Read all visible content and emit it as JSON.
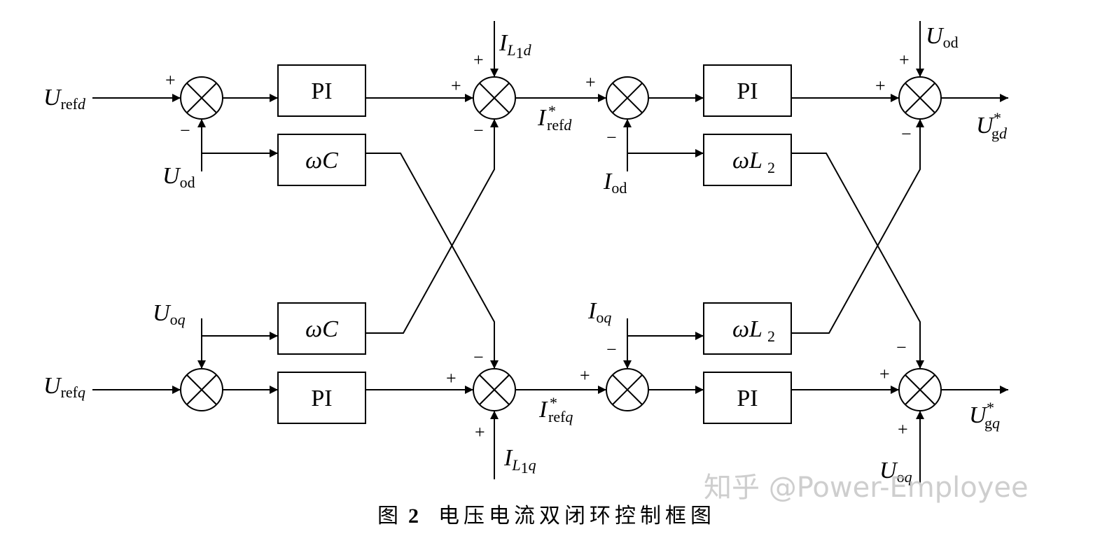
{
  "colors": {
    "line": "#000000",
    "background": "#ffffff",
    "watermark": "#bebebe"
  },
  "caption": {
    "prefix": "图",
    "number": "2",
    "text": "电压电流双闭环控制框图"
  },
  "watermark": "知乎 @Power-Employee",
  "diagram": {
    "blocks": {
      "pi": "PI",
      "omega_c": "ωC",
      "omega_l2_main": "ωL",
      "omega_l2_sub": "2"
    },
    "signals": [
      {
        "id": "u-refd",
        "main": "U",
        "sub": "ref",
        "sub_italic": "d"
      },
      {
        "id": "u-refq",
        "main": "U",
        "sub": "ref",
        "sub_italic": "q"
      },
      {
        "id": "u-od-voltage-loop",
        "main": "U",
        "sub": "od"
      },
      {
        "id": "u-oq-voltage-loop",
        "main": "U",
        "sub": "o",
        "sub_italic": "q"
      },
      {
        "id": "i-l1d",
        "main": "I",
        "sub_italic_a": "L",
        "sub_small": "1",
        "sub_italic": "d"
      },
      {
        "id": "i-l1q",
        "main": "I",
        "sub_italic_a": "L",
        "sub_small": "1",
        "sub_italic": "q"
      },
      {
        "id": "i-refd-star",
        "main": "I",
        "sup": "*",
        "sub": "ref",
        "sub_italic": "d"
      },
      {
        "id": "i-refq-star",
        "main": "I",
        "sup": "*",
        "sub": "ref",
        "sub_italic": "q"
      },
      {
        "id": "i-od",
        "main": "I",
        "sub": "od"
      },
      {
        "id": "i-oq",
        "main": "I",
        "sub": "o",
        "sub_italic": "q"
      },
      {
        "id": "u-od-feedforward",
        "main": "U",
        "sub": "od"
      },
      {
        "id": "u-oq-feedforward",
        "main": "U",
        "sub": "o",
        "sub_italic": "q"
      },
      {
        "id": "u-gd-star",
        "main": "U",
        "sup": "*",
        "sub": "g",
        "sub_italic": "d"
      },
      {
        "id": "u-gq-star",
        "main": "U",
        "sup": "*",
        "sub": "g",
        "sub_italic": "q"
      }
    ],
    "signs": {
      "plus": "+",
      "minus": "−"
    }
  }
}
